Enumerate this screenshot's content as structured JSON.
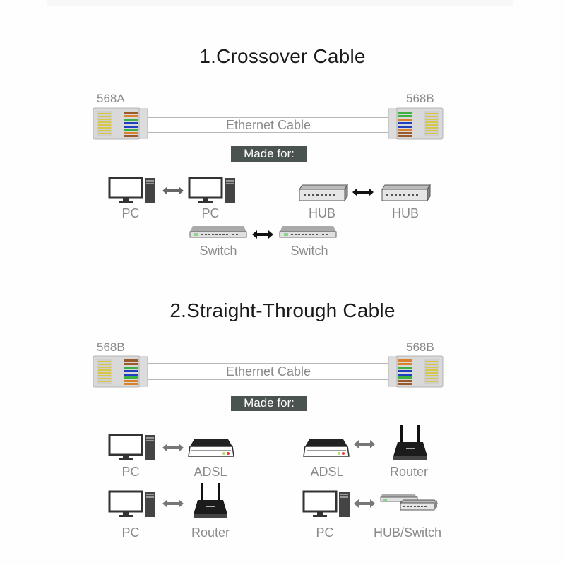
{
  "sections": [
    {
      "title": "1.Crossover Cable",
      "left_standard": "568A",
      "right_standard": "568B",
      "cable_label": "Ethernet Cable",
      "made_for_label": "Made for:",
      "connections": [
        {
          "from": "PC",
          "to": "PC",
          "from_icon": "desktop-pc-icon",
          "to_icon": "desktop-pc-icon"
        },
        {
          "from": "HUB",
          "to": "HUB",
          "from_icon": "hub-icon",
          "to_icon": "hub-icon"
        },
        {
          "from": "Switch",
          "to": "Switch",
          "from_icon": "switch-icon",
          "to_icon": "switch-icon"
        }
      ]
    },
    {
      "title": "2.Straight-Through Cable",
      "left_standard": "568B",
      "right_standard": "568B",
      "cable_label": "Ethernet Cable",
      "made_for_label": "Made for:",
      "connections": [
        {
          "from": "PC",
          "to": "ADSL",
          "from_icon": "desktop-pc-icon",
          "to_icon": "adsl-modem-icon"
        },
        {
          "from": "ADSL",
          "to": "Router",
          "from_icon": "adsl-modem-icon",
          "to_icon": "router-icon"
        },
        {
          "from": "PC",
          "to": "Router",
          "from_icon": "desktop-pc-icon",
          "to_icon": "router-icon"
        },
        {
          "from": "PC",
          "to": "HUB/Switch",
          "from_icon": "desktop-pc-icon",
          "to_icon": "hub-switch-icon"
        }
      ]
    }
  ],
  "colors": {
    "title": "#1a1a1a",
    "label": "#8a8a8a",
    "made_for_bg": "#4b5351",
    "wire_orange": "#d9822b",
    "wire_green": "#3cb043",
    "wire_blue": "#1f3fbf",
    "wire_brown": "#9a5a2a",
    "pin_gold": "#d8c84a"
  }
}
